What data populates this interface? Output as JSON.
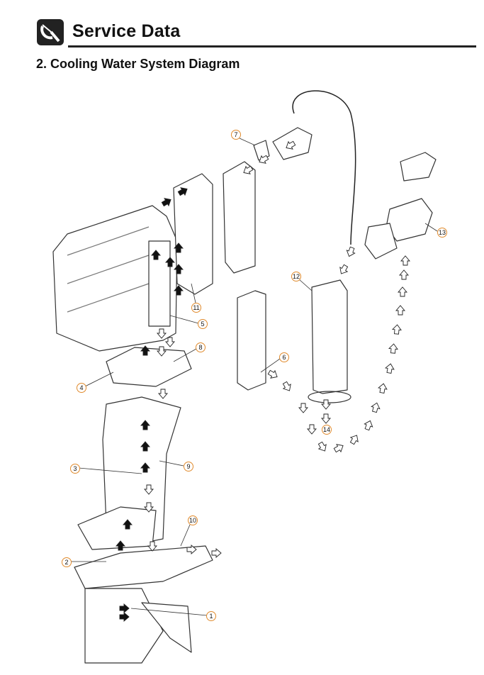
{
  "header": {
    "title": "Service Data",
    "icon": "micrometer-icon"
  },
  "section": {
    "title": "2. Cooling Water System Diagram"
  },
  "diagram": {
    "callouts": [
      "1",
      "2",
      "3",
      "4",
      "5",
      "6",
      "7",
      "8",
      "9",
      "10",
      "11",
      "12",
      "13",
      "14"
    ],
    "accent_color": "#e08a2c",
    "flow_arrow_colors": {
      "hot": "#111111",
      "cool": "#ffffff"
    }
  }
}
